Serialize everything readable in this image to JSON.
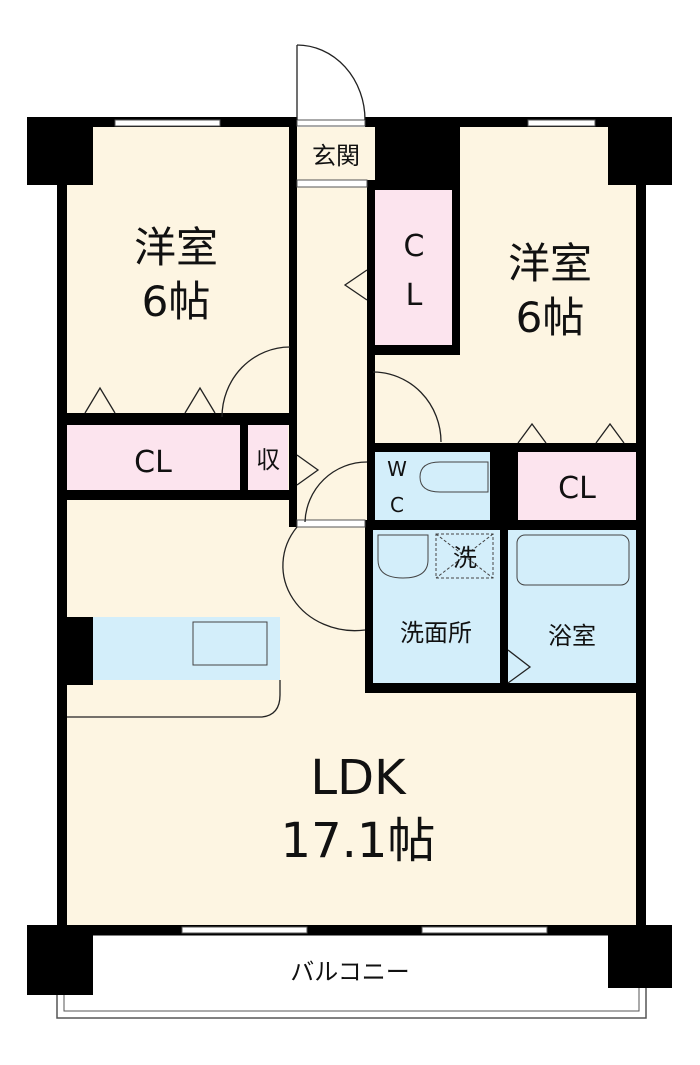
{
  "rooms": {
    "western_left": {
      "name": "洋室",
      "size": "6帖"
    },
    "western_right": {
      "name": "洋室",
      "size": "6帖"
    },
    "entrance": "玄関",
    "closet_hall": {
      "line1": "C",
      "line2": "L"
    },
    "closet_left": "CL",
    "storage": "収",
    "wc": {
      "line1": "W",
      "line2": "C"
    },
    "closet_right": "CL",
    "laundry": "洗",
    "washroom": "洗面所",
    "bathroom": "浴室",
    "ldk": {
      "name": "LDK",
      "size": "17.1帖"
    },
    "balcony": "バルコニー"
  },
  "colors": {
    "room": "#fdf5e2",
    "closet": "#fce4ee",
    "wet": "#d3eefa",
    "wall": "#000000"
  }
}
